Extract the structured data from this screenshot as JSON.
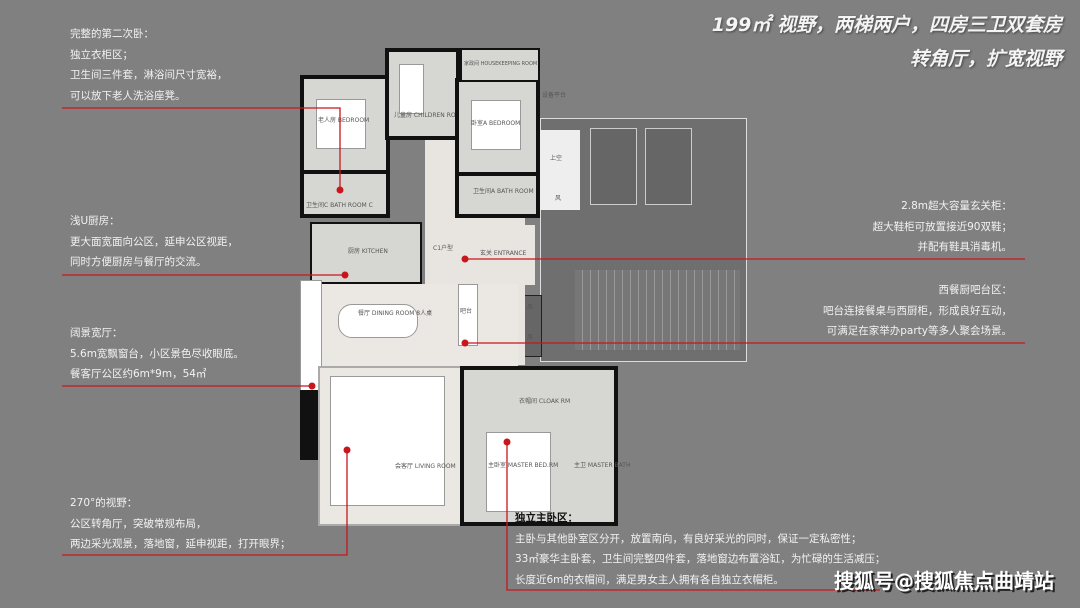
{
  "header": {
    "title_line1": "199㎡  视野，两梯两户，四房三卫双套房",
    "title_line2": "转角厅，扩宽视野"
  },
  "notes": {
    "second_bedroom": [
      "完整的第二次卧：",
      "独立衣柜区；",
      "卫生间三件套，淋浴间尺寸宽裕，",
      "可以放下老人洗浴座凳。"
    ],
    "kitchen": [
      "浅U厨房：",
      "更大面宽面向公区，延申公区视距，",
      "同时方便厨房与餐厅的交流。"
    ],
    "living": [
      "阔景宽厅：",
      "5.6m宽飘窗台，小区景色尽收眼底。",
      "餐客厅公区约6m*9m，54㎡"
    ],
    "view": [
      "270°的视野：",
      "公区转角厅，突破常规布局，",
      "两边采光观景，落地窗，延申视距，打开眼界；"
    ],
    "entrance": [
      "2.8m超大容量玄关柜：",
      "超大鞋柜可放置接近90双鞋；",
      "并配有鞋具消毒机。"
    ],
    "bar": [
      "西餐厨吧台区：",
      "吧台连接餐桌与西厨柜，形成良好互动，",
      "可满足在家举办party等多人聚会场景。"
    ],
    "master": [
      "独立主卧区：",
      "主卧与其他卧室区分开，放置南向，有良好采光的同时，保证一定私密性；",
      "33㎡豪华主卧套，卫生间完整四件套，落地窗边布置浴缸，为忙碌的生活减压；",
      "长度近6m的衣帽间，满足男女主人拥有各自独立衣帽柜。"
    ]
  },
  "rooms": {
    "elder": "老人房 BEDROOM",
    "children": "儿童房 CHILDREN ROOM",
    "bedroom_a": "卧室A BEDROOM",
    "housekeeping": "家政间 HOUSEKEEPING ROOM",
    "bath_c": "卫生间C BATH ROOM C",
    "bath_a": "卫生间A BATH ROOM",
    "kitchen": "厨房 KITCHEN",
    "entrance": "玄关 ENTRANCE",
    "corridor": "C1户型",
    "dining": "餐厅 DINING ROOM 8人桌",
    "bar": "吧台",
    "living": "会客厅 LIVING ROOM",
    "cloak": "衣帽间 CLOAK RM",
    "master": "主卧室 MASTER BED.RM",
    "master_bath": "主卫 MASTER BATH",
    "void": "上空",
    "platform": "设备平台",
    "wind1": "风",
    "wind2": "风",
    "wind3": "风"
  },
  "watermark": "搜狐号@搜狐焦点曲靖站",
  "colors": {
    "background": "#808080",
    "leader_line": "#c8161d"
  }
}
